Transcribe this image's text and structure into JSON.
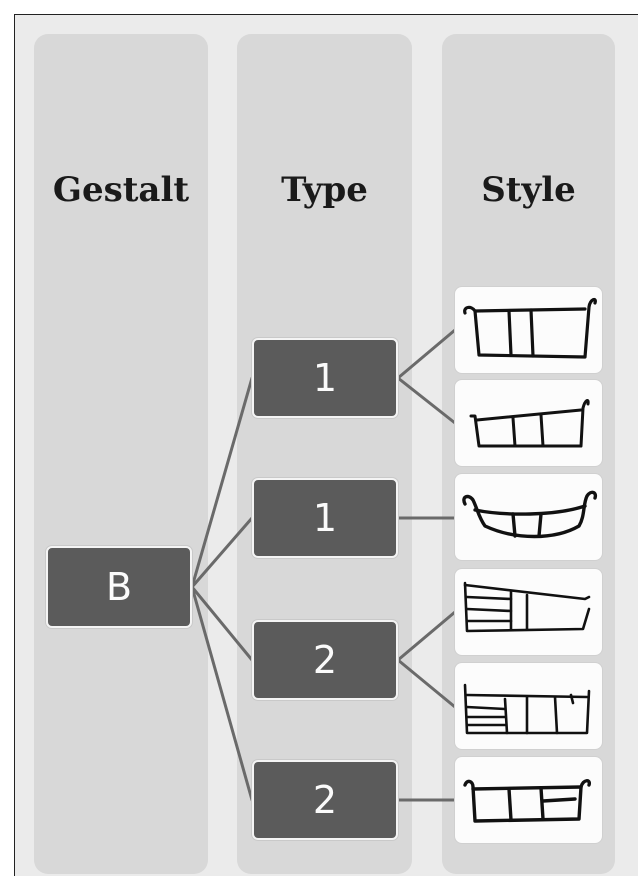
{
  "columns": {
    "gestalt": "Gestalt",
    "type": "Type",
    "style": "Style"
  },
  "nodes": {
    "gestalt": "B",
    "types": [
      "1",
      "1",
      "2",
      "2"
    ]
  },
  "colors": {
    "background": "#ebebeb",
    "column": "#d8d8d8",
    "node": "#5b5b5b",
    "tile": "#fcfcfc",
    "line": "#6a6a6a"
  },
  "icons": [
    "vessel-sketch-1a-icon",
    "vessel-sketch-1b-icon",
    "vessel-sketch-1c-icon",
    "vessel-sketch-2a-icon",
    "vessel-sketch-2b-icon",
    "vessel-sketch-2c-icon"
  ]
}
